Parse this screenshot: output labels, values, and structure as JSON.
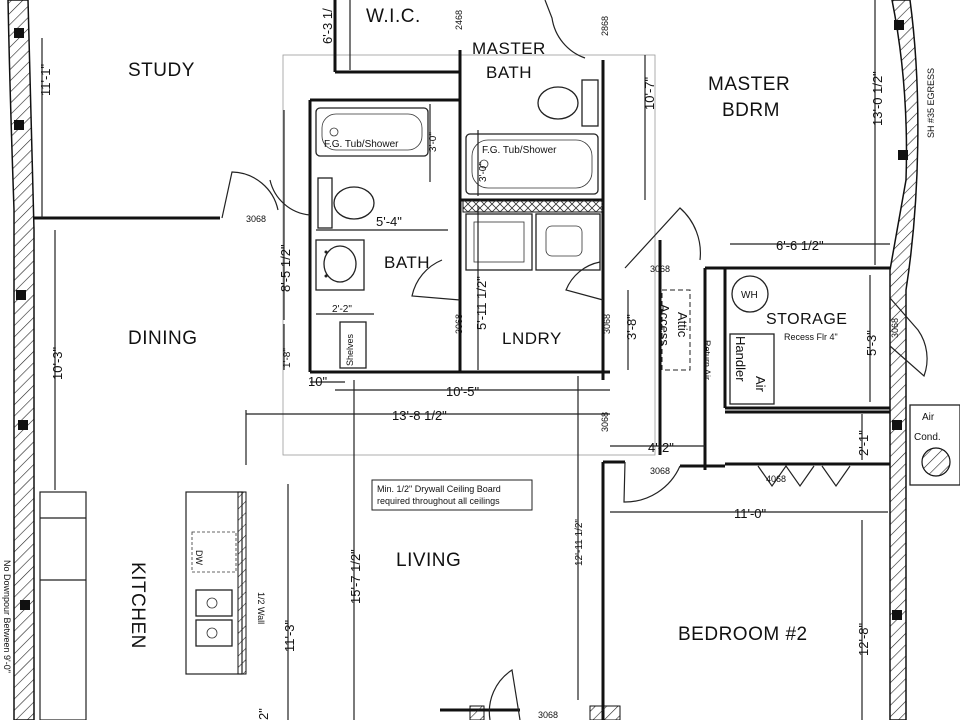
{
  "rooms": {
    "study": "STUDY",
    "wic": "W.I.C.",
    "master_bath_1": "MASTER",
    "master_bath_2": "BATH",
    "master_bdrm_1": "MASTER",
    "master_bdrm_2": "BDRM",
    "bath": "BATH",
    "dining": "DINING",
    "lndry": "LNDRY",
    "storage": "STORAGE",
    "living": "LIVING",
    "kitchen": "KITCHEN",
    "bedroom2": "BEDROOM #2"
  },
  "dimensions": {
    "study_h": "11'-1\"",
    "wic_h": "6'-3 1/",
    "master_bath_h": "10'-7\"",
    "master_bdrm_h": "13'-0 1/2\"",
    "tub_1": "3'-0\"",
    "tub_2": "3'-0\"",
    "bath_w": "5'-4\"",
    "bath_h": "8'-5 1/2\"",
    "vanity_w": "2'-2\"",
    "shelf_h": "1'-8\"",
    "lndry_h": "5'-11 1/2\"",
    "attic_h": "3'-8\"",
    "storage_w": "6'-6 1/2\"",
    "storage_h": "5'-3\"",
    "dining_h": "10'-3\"",
    "ten_in": "10\"",
    "lndry_w": "10'-5\"",
    "hall_w": "13'-8 1/2\"",
    "closet_w": "4'-2\"",
    "hvac_h": "2'-1\"",
    "bed2_w": "11'-0\"",
    "living_h": "15'-7 1/2\"",
    "living_h2": "12'-11 1/2\"",
    "kitchen_h": "11'-3\"",
    "bed2_h": "12'-8\"",
    "kitchen_btm": "2\""
  },
  "door_codes": {
    "wic": "2468",
    "mbath": "2868",
    "study": "3068",
    "bath": "3068",
    "lndry": "3068",
    "attic_door": "3068",
    "storage_door": "3068",
    "hall": "3068",
    "bed2_door": "3068",
    "closet": "4068",
    "bottom": "3068",
    "storage_side": "3068"
  },
  "fixtures": {
    "tub_1": "F.G. Tub/Shower",
    "tub_2": "F.G. Tub/Shower",
    "wh": "WH",
    "storage_note": "Recess Flr 4\"",
    "shelves": "Shelves",
    "attic_1": "Attic",
    "attic_2": "Access",
    "return_air": "Return Air",
    "air_handler_1": "Air",
    "air_handler_2": "Handler",
    "air_cond_1": "Air",
    "air_cond_2": "Cond.",
    "dw": "DW",
    "half_wall": "1/2 Wall"
  },
  "notes": {
    "ceiling_1": "Min. 1/2\" Drywall Ceiling Board",
    "ceiling_2": "required throughout all  ceilings",
    "egress": "SH #35  EGRESS",
    "downspout": "No Downpour Between 9'-0\""
  }
}
